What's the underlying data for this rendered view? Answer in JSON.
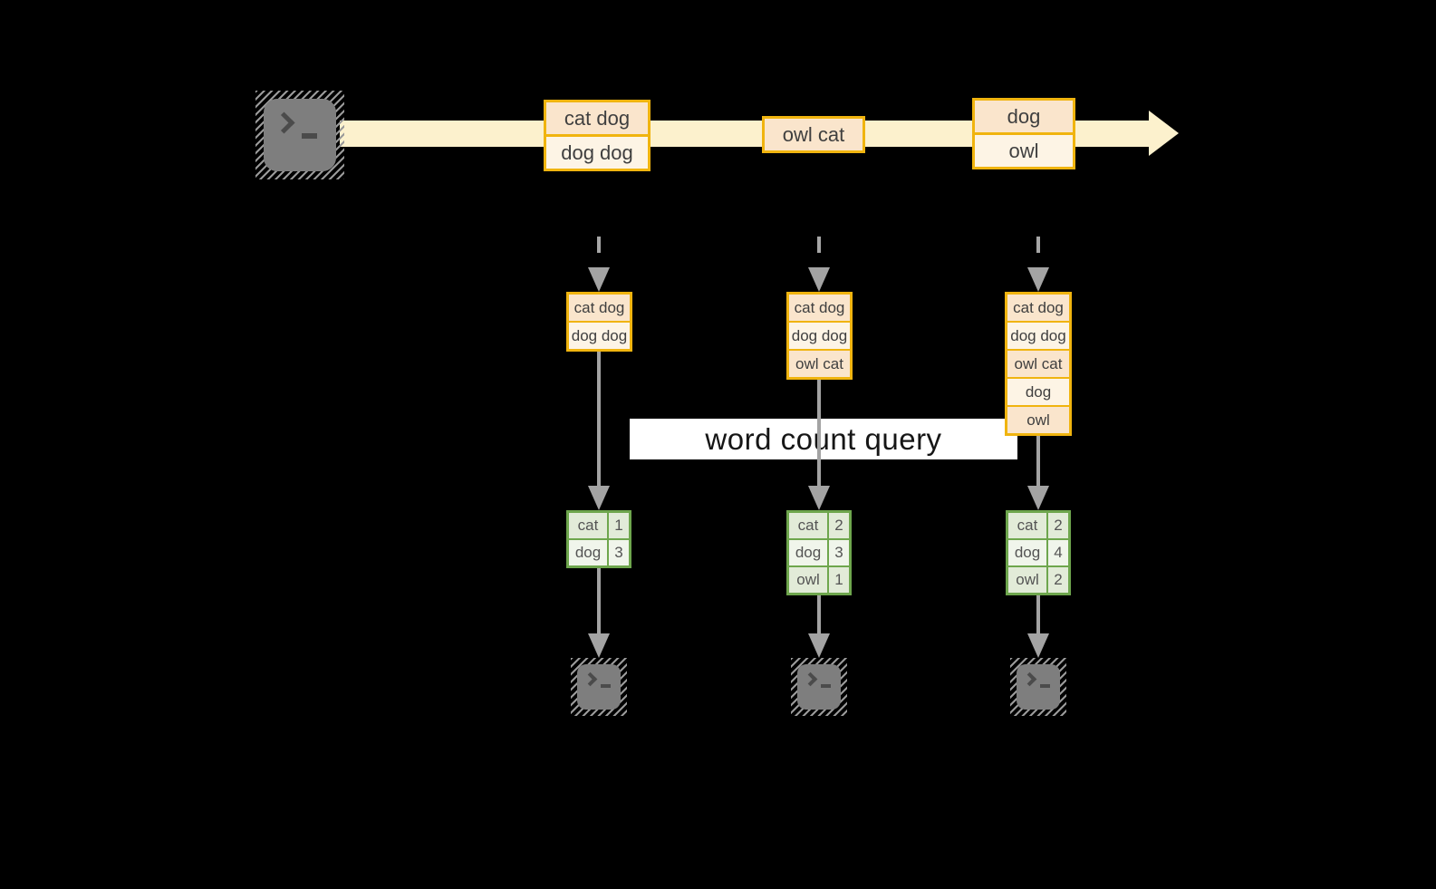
{
  "query_label": "word count query",
  "stream": {
    "source_icon": "terminal-icon",
    "batches": [
      {
        "rows": [
          "cat dog",
          "dog dog"
        ]
      },
      {
        "rows": [
          "owl cat"
        ]
      },
      {
        "rows": [
          "dog",
          "owl"
        ]
      }
    ]
  },
  "columns": [
    {
      "accumulated": [
        "cat dog",
        "dog dog"
      ],
      "counts": [
        {
          "word": "cat",
          "count": "1"
        },
        {
          "word": "dog",
          "count": "3"
        }
      ],
      "sink_icon": "terminal-icon"
    },
    {
      "accumulated": [
        "cat dog",
        "dog dog",
        "owl cat"
      ],
      "counts": [
        {
          "word": "cat",
          "count": "2"
        },
        {
          "word": "dog",
          "count": "3"
        },
        {
          "word": "owl",
          "count": "1"
        }
      ],
      "sink_icon": "terminal-icon"
    },
    {
      "accumulated": [
        "cat dog",
        "dog dog",
        "owl cat",
        "dog",
        "owl"
      ],
      "counts": [
        {
          "word": "cat",
          "count": "2"
        },
        {
          "word": "dog",
          "count": "4"
        },
        {
          "word": "owl",
          "count": "2"
        }
      ],
      "sink_icon": "terminal-icon"
    }
  ],
  "colors": {
    "background": "#000000",
    "stream_band": "#FCF1CD",
    "record_border": "#F0B40F",
    "record_fill_a": "#FAE5CC",
    "record_fill_b": "#FDF4E5",
    "table_border": "#6EA64D",
    "table_fill_a": "#E2EBD8",
    "table_fill_b": "#F0F5EB",
    "connector_gray": "#A3A3A3",
    "query_band_bg": "#FFFFFF"
  }
}
